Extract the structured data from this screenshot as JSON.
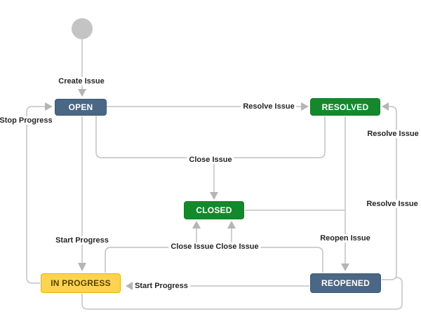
{
  "diagram": {
    "type": "workflow",
    "background": "#ffffff",
    "line_color": "#c9c9c9",
    "arrow_color": "#b5b5b5",
    "label_color": "#262626",
    "start_node_color": "#c4c4c4",
    "nodes": {
      "start": {
        "label": "",
        "shape": "circle",
        "color": "#c4c4c4"
      },
      "open": {
        "label": "OPEN",
        "color": "#4a6785",
        "text_color": "#ffffff"
      },
      "resolved": {
        "label": "RESOLVED",
        "color": "#14892c",
        "text_color": "#ffffff"
      },
      "closed": {
        "label": "CLOSED",
        "color": "#14892c",
        "text_color": "#ffffff"
      },
      "in_progress": {
        "label": "IN PROGRESS",
        "color": "#ffd351",
        "text_color": "#594300"
      },
      "reopened": {
        "label": "REOPENED",
        "color": "#4a6785",
        "text_color": "#ffffff"
      }
    },
    "edges": {
      "create_issue": {
        "label": "Create Issue",
        "from": "start",
        "to": "open"
      },
      "resolve_open": {
        "label": "Resolve Issue",
        "from": "open",
        "to": "resolved"
      },
      "close_open_resolved": {
        "label": "Close Issue",
        "from": "open / resolved",
        "to": "closed"
      },
      "close_in_progress": {
        "label": "Close Issue",
        "from": "in_progress",
        "to": "closed"
      },
      "close_reopened": {
        "label": "Close Issue",
        "from": "reopened",
        "to": "closed"
      },
      "reopen_issue": {
        "label": "Reopen Issue",
        "from": "resolved / closed",
        "to": "reopened"
      },
      "resolve_in_progress": {
        "label": "Resolve Issue",
        "from": "in_progress",
        "to": "resolved"
      },
      "resolve_reopened": {
        "label": "Resolve Issue",
        "from": "reopened",
        "to": "resolved"
      },
      "start_progress_open": {
        "label": "Start Progress",
        "from": "open",
        "to": "in_progress"
      },
      "start_progress_reopened": {
        "label": "Start Progress",
        "from": "reopened",
        "to": "in_progress"
      },
      "stop_progress": {
        "label": "Stop Progress",
        "from": "in_progress",
        "to": "open"
      }
    }
  }
}
